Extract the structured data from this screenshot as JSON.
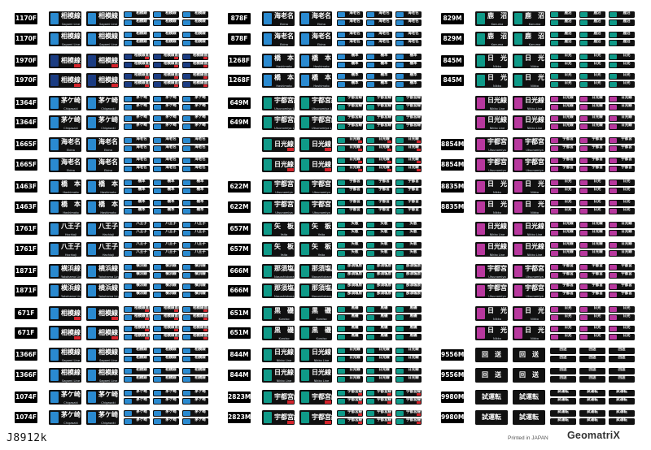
{
  "sheet": {
    "id": "J8912k",
    "printed_in": "Printed in JAPAN",
    "brand": "GeomatriX"
  },
  "colors": {
    "sagami": "#2a8ad0",
    "sotetsu": "#1b3c82",
    "kaki": "#0f9a88",
    "nikko": "#b8389e",
    "red_stripe": "#d4242c",
    "decal_bg": "#111111"
  },
  "columns": [
    {
      "groups": [
        {
          "rows": [
            {
              "code": "1170F",
              "type": "sagami",
              "text": "相模線",
              "sub": "Sagami Line",
              "small": "相模線"
            },
            {
              "code": "1170F",
              "type": "sagami",
              "text": "相模線",
              "sub": "Sagami Line",
              "small": "相模線"
            }
          ]
        },
        {
          "rows": [
            {
              "code": "1970F",
              "type": "sotetsu",
              "text": "相模線 直通",
              "sub": "",
              "small": "相模線直通",
              "red": true
            },
            {
              "code": "1970F",
              "type": "sotetsu",
              "text": "相模線 直通",
              "sub": "",
              "small": "相模線直通",
              "red": true
            }
          ]
        },
        {
          "rows": [
            {
              "code": "1364F",
              "type": "sagami",
              "text": "茅ケ崎",
              "sub": "Chigasaki",
              "small": "茅ケ崎"
            },
            {
              "code": "1364F",
              "type": "sagami",
              "text": "茅ケ崎",
              "sub": "Chigasaki",
              "small": "茅ケ崎"
            }
          ]
        },
        {
          "rows": [
            {
              "code": "1665F",
              "type": "sagami",
              "text": "海老名",
              "sub": "Ebina",
              "small": "海老名"
            },
            {
              "code": "1665F",
              "type": "sagami",
              "text": "海老名",
              "sub": "Ebina",
              "small": "海老名"
            }
          ]
        },
        {
          "rows": [
            {
              "code": "1463F",
              "type": "sagami",
              "text": "橋　本",
              "sub": "Hashimoto",
              "small": "橋本"
            },
            {
              "code": "1463F",
              "type": "sagami",
              "text": "橋　本",
              "sub": "Hashimoto",
              "small": "橋本"
            }
          ]
        },
        {
          "rows": [
            {
              "code": "1761F",
              "type": "sagami",
              "text": "八王子",
              "sub": "Hachioji",
              "small": "八王子"
            },
            {
              "code": "1761F",
              "type": "sagami",
              "text": "八王子",
              "sub": "Hachioji",
              "small": "八王子"
            }
          ]
        },
        {
          "rows": [
            {
              "code": "1871F",
              "type": "sagami",
              "text": "横浜線",
              "sub": "Yokohama Line",
              "small": "横浜線"
            },
            {
              "code": "1871F",
              "type": "sagami",
              "text": "横浜線",
              "sub": "Yokohama Line",
              "small": "横浜線"
            }
          ]
        },
        {
          "rows": [
            {
              "code": "671F",
              "type": "sagami",
              "text": "相模線 直通",
              "sub": "",
              "small": "相模線直通",
              "red": true
            },
            {
              "code": "671F",
              "type": "sagami",
              "text": "相模線 直通",
              "sub": "",
              "small": "相模線直通",
              "red": true
            }
          ]
        },
        {
          "rows": [
            {
              "code": "1366F",
              "type": "sagami",
              "text": "相模線",
              "sub": "Sagami Line",
              "small": "相模線"
            },
            {
              "code": "1366F",
              "type": "sagami",
              "text": "相模線",
              "sub": "Sagami Line",
              "small": "相模線"
            }
          ]
        },
        {
          "rows": [
            {
              "code": "1074F",
              "type": "sagami",
              "text": "茅ケ崎",
              "sub": "Chigasaki",
              "small": "茅ケ崎"
            },
            {
              "code": "1074F",
              "type": "sagami",
              "text": "茅ケ崎",
              "sub": "Chigasaki",
              "small": "茅ケ崎"
            }
          ]
        }
      ]
    },
    {
      "groups": [
        {
          "rows": [
            {
              "code": "878F",
              "type": "sagami",
              "text": "海老名",
              "sub": "Ebina",
              "small": "海老名"
            },
            {
              "code": "878F",
              "type": "sagami",
              "text": "海老名",
              "sub": "Ebina",
              "small": "海老名"
            }
          ]
        },
        {
          "rows": [
            {
              "code": "1268F",
              "type": "sagami",
              "text": "橋　本",
              "sub": "Hashimoto",
              "small": "橋本"
            },
            {
              "code": "1268F",
              "type": "sagami",
              "text": "橋　本",
              "sub": "Hashimoto",
              "small": "橋本"
            }
          ]
        },
        {
          "rows": [
            {
              "code": "649M",
              "type": "kaki",
              "text": "宇都宮線",
              "sub": "Utsunomiya Line",
              "small": "宇都宮線"
            },
            {
              "code": "649M",
              "type": "kaki",
              "text": "宇都宮線",
              "sub": "Utsunomiya Line",
              "small": "宇都宮線"
            }
          ]
        },
        {
          "rows": [
            {
              "code": "",
              "type": "kaki",
              "text": "日光線",
              "sub": "",
              "small": "日光線",
              "red": true
            },
            {
              "code": "",
              "type": "kaki",
              "text": "日光線",
              "sub": "",
              "small": "日光線",
              "red": true
            }
          ]
        },
        {
          "rows": [
            {
              "code": "622M",
              "type": "kaki",
              "text": "宇都宮",
              "sub": "Utsunomiya",
              "small": "宇都宮"
            },
            {
              "code": "622M",
              "type": "kaki",
              "text": "宇都宮",
              "sub": "Utsunomiya",
              "small": "宇都宮"
            }
          ]
        },
        {
          "rows": [
            {
              "code": "657M",
              "type": "kaki",
              "text": "矢　板",
              "sub": "Yaita",
              "small": "矢板"
            },
            {
              "code": "657M",
              "type": "kaki",
              "text": "矢　板",
              "sub": "Yaita",
              "small": "矢板"
            }
          ]
        },
        {
          "rows": [
            {
              "code": "666M",
              "type": "kaki",
              "text": "那須塩原",
              "sub": "Nasushiobara",
              "small": "那須塩原"
            },
            {
              "code": "666M",
              "type": "kaki",
              "text": "那須塩原",
              "sub": "Nasushiobara",
              "small": "那須塩原"
            }
          ]
        },
        {
          "rows": [
            {
              "code": "651M",
              "type": "kaki",
              "text": "黒　磯",
              "sub": "Kuroiso",
              "small": "黒磯"
            },
            {
              "code": "651M",
              "type": "kaki",
              "text": "黒　磯",
              "sub": "Kuroiso",
              "small": "黒磯"
            }
          ]
        },
        {
          "rows": [
            {
              "code": "844M",
              "type": "kaki",
              "text": "日光線",
              "sub": "Nikko Line",
              "small": "日光線"
            },
            {
              "code": "844M",
              "type": "kaki",
              "text": "日光線",
              "sub": "Nikko Line",
              "small": "日光線"
            }
          ]
        },
        {
          "rows": [
            {
              "code": "2823M",
              "type": "kaki",
              "text": "宇都宮線",
              "sub": "",
              "small": "宇都宮線",
              "red": true
            },
            {
              "code": "2823M",
              "type": "kaki",
              "text": "宇都宮線",
              "sub": "",
              "small": "宇都宮線",
              "red": true
            }
          ]
        }
      ]
    },
    {
      "groups": [
        {
          "rows": [
            {
              "code": "829M",
              "type": "kaki",
              "text": "鹿　沼",
              "sub": "Kanuma",
              "small": "鹿沼"
            },
            {
              "code": "829M",
              "type": "kaki",
              "text": "鹿　沼",
              "sub": "Kanuma",
              "small": "鹿沼"
            }
          ]
        },
        {
          "rows": [
            {
              "code": "845M",
              "type": "kaki",
              "text": "日　光",
              "sub": "Nikko",
              "small": "日光"
            },
            {
              "code": "845M",
              "type": "kaki",
              "text": "日　光",
              "sub": "Nikko",
              "small": "日光"
            }
          ]
        },
        {
          "rows": [
            {
              "code": "",
              "type": "nikko",
              "text": "日光線",
              "sub": "Nikko Line",
              "small": "日光線"
            },
            {
              "code": "",
              "type": "nikko",
              "text": "日光線",
              "sub": "Nikko Line",
              "small": "日光線"
            }
          ]
        },
        {
          "rows": [
            {
              "code": "8854M",
              "type": "nikko",
              "text": "宇都宮",
              "sub": "Utsunomiya",
              "small": "宇都宮"
            },
            {
              "code": "8854M",
              "type": "nikko",
              "text": "宇都宮",
              "sub": "Utsunomiya",
              "small": "宇都宮"
            }
          ]
        },
        {
          "rows": [
            {
              "code": "8835M",
              "type": "nikko",
              "text": "日　光",
              "sub": "Nikko",
              "small": "日光"
            },
            {
              "code": "8835M",
              "type": "nikko",
              "text": "日　光",
              "sub": "Nikko",
              "small": "日光"
            }
          ]
        },
        {
          "rows": [
            {
              "code": "",
              "type": "nikko",
              "text": "日光線",
              "sub": "Nikko Line",
              "small": "日光線"
            },
            {
              "code": "",
              "type": "nikko",
              "text": "日光線",
              "sub": "Nikko Line",
              "small": "日光線"
            }
          ]
        },
        {
          "rows": [
            {
              "code": "",
              "type": "nikko",
              "text": "宇都宮",
              "sub": "Utsunomiya",
              "small": "宇都宮"
            },
            {
              "code": "",
              "type": "nikko",
              "text": "宇都宮",
              "sub": "Utsunomiya",
              "small": "宇都宮"
            }
          ]
        },
        {
          "rows": [
            {
              "code": "",
              "type": "nikko",
              "text": "日　光",
              "sub": "Nikko",
              "small": "日光"
            },
            {
              "code": "",
              "type": "nikko",
              "text": "日　光",
              "sub": "Nikko",
              "small": "日光"
            }
          ]
        },
        {
          "rows": [
            {
              "code": "9556M",
              "type": "plain",
              "text": "回　送",
              "sub": "",
              "small": "回送"
            },
            {
              "code": "9556M",
              "type": "plain",
              "text": "回　送",
              "sub": "",
              "small": "回送"
            }
          ]
        },
        {
          "rows": [
            {
              "code": "9980M",
              "type": "plain",
              "text": "試運転",
              "sub": "",
              "small": "試運転"
            },
            {
              "code": "9980M",
              "type": "plain",
              "text": "試運転",
              "sub": "",
              "small": "試運転"
            }
          ]
        }
      ]
    }
  ]
}
